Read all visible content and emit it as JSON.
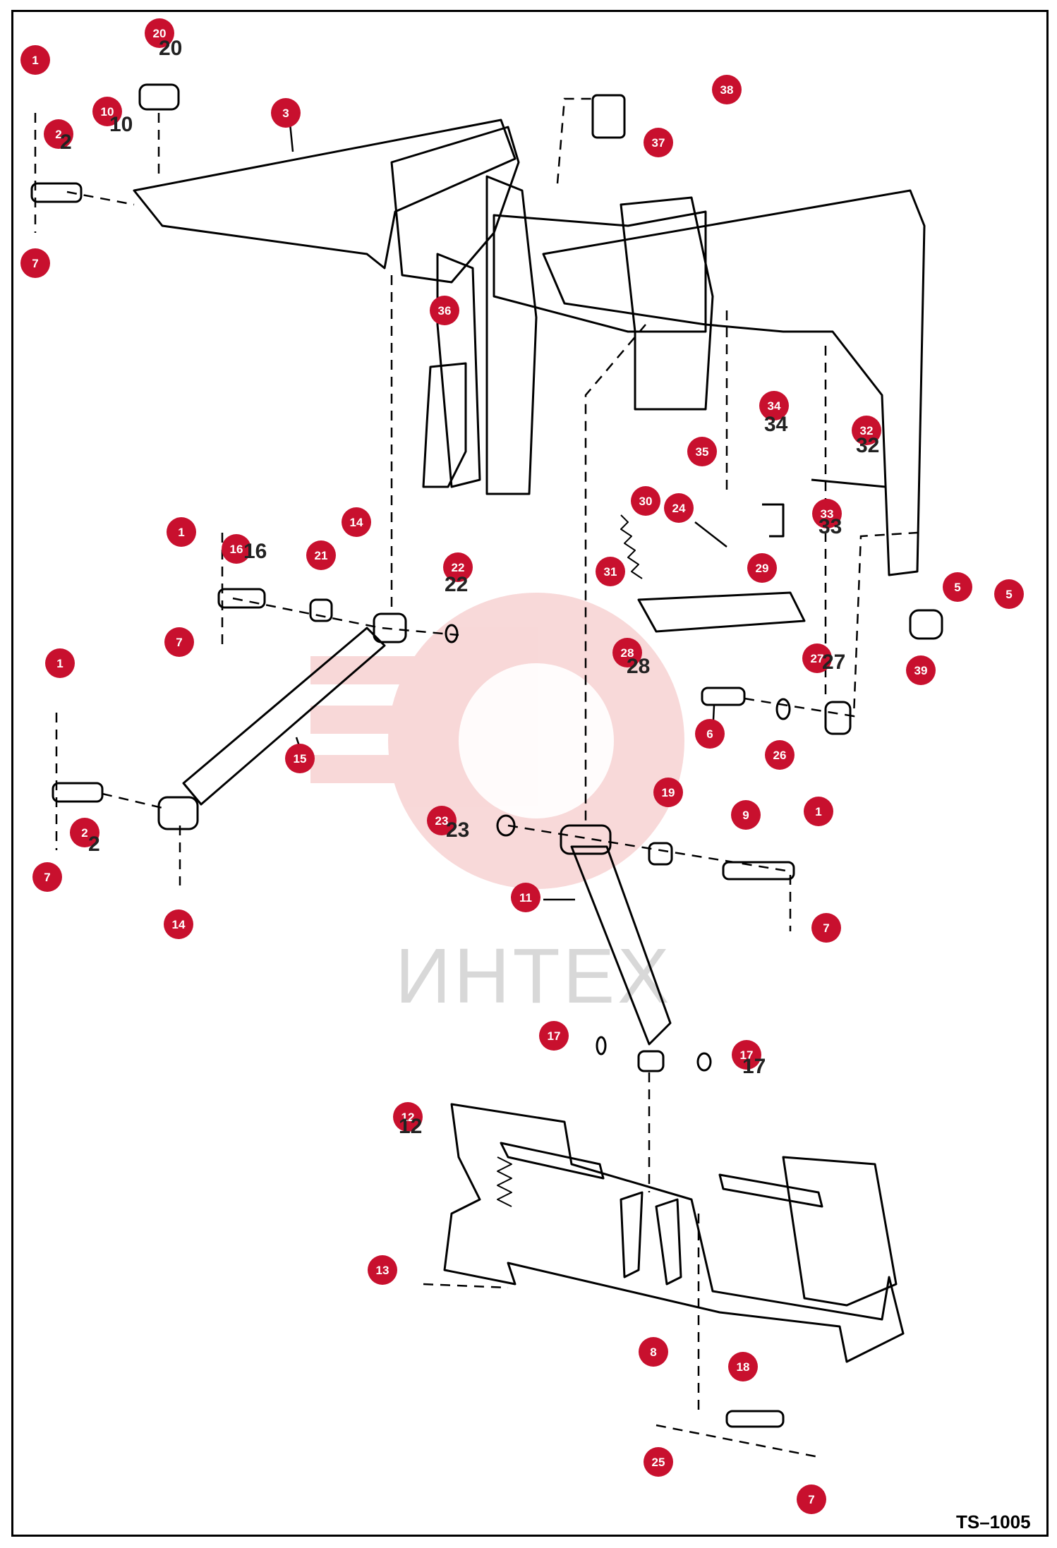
{
  "drawing_id": "TS–1005",
  "watermark_text": "ИНТЕХ",
  "colors": {
    "callout": "#c8102e",
    "line": "#000000",
    "watermark": "#e8a0a0"
  },
  "callouts": [
    {
      "num": "1"
    },
    {
      "num": "20"
    },
    {
      "num": "10"
    },
    {
      "num": "3"
    },
    {
      "num": "2"
    },
    {
      "num": "7"
    },
    {
      "num": "38"
    },
    {
      "num": "37"
    },
    {
      "num": "36"
    },
    {
      "num": "34"
    },
    {
      "num": "32"
    },
    {
      "num": "35"
    },
    {
      "num": "33"
    },
    {
      "num": "30"
    },
    {
      "num": "24"
    },
    {
      "num": "29"
    },
    {
      "num": "31"
    },
    {
      "num": "5"
    },
    {
      "num": "5"
    },
    {
      "num": "28"
    },
    {
      "num": "27"
    },
    {
      "num": "39"
    },
    {
      "num": "1"
    },
    {
      "num": "16"
    },
    {
      "num": "21"
    },
    {
      "num": "14"
    },
    {
      "num": "22"
    },
    {
      "num": "7"
    },
    {
      "num": "1"
    },
    {
      "num": "15"
    },
    {
      "num": "6"
    },
    {
      "num": "26"
    },
    {
      "num": "2"
    },
    {
      "num": "7"
    },
    {
      "num": "14"
    },
    {
      "num": "23"
    },
    {
      "num": "19"
    },
    {
      "num": "9"
    },
    {
      "num": "1"
    },
    {
      "num": "11"
    },
    {
      "num": "7"
    },
    {
      "num": "17"
    },
    {
      "num": "17"
    },
    {
      "num": "12"
    },
    {
      "num": "13"
    },
    {
      "num": "8"
    },
    {
      "num": "18"
    },
    {
      "num": "25"
    },
    {
      "num": "7"
    }
  ],
  "ref_labels": [
    "20",
    "10",
    "2",
    "22",
    "16",
    "2",
    "23",
    "27",
    "34",
    "32",
    "33",
    "28",
    "17",
    "12"
  ]
}
